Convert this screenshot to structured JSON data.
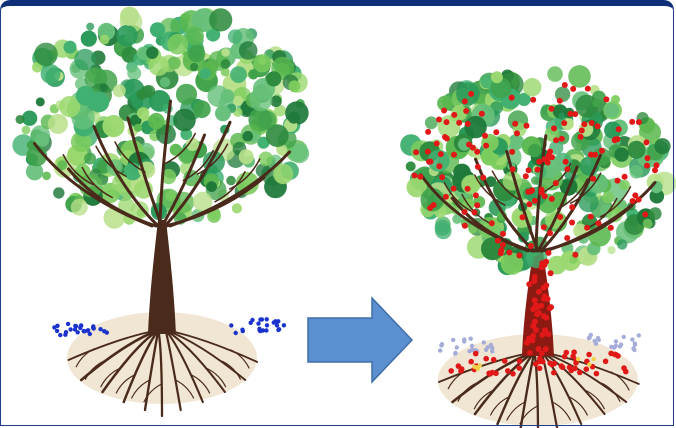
{
  "figure": {
    "panels": [
      {
        "id": "before",
        "description_name": "healthy-tree"
      },
      {
        "id": "after",
        "description_name": "infected-tree"
      }
    ]
  },
  "colors": {
    "frame": "#0f2f78",
    "arrow_fill": "#5b8fd0",
    "arrow_stroke": "#3f6ea8",
    "trunk": "#4a2a1a",
    "root": "#4a2a1a",
    "soil": "#efe2cc",
    "leaf_palette": [
      "#1f7a3a",
      "#2e8b3e",
      "#3fa24a",
      "#5bb84f",
      "#7ccc5e",
      "#9bd86f",
      "#40b070",
      "#2a9a5a",
      "#66c07a",
      "#b8e08a"
    ],
    "blue_dots": "#1a33cc",
    "faded_blue_dots": "#a6acd8",
    "red_dots": "#e01818",
    "yellow_dots": "#f2d24a"
  }
}
